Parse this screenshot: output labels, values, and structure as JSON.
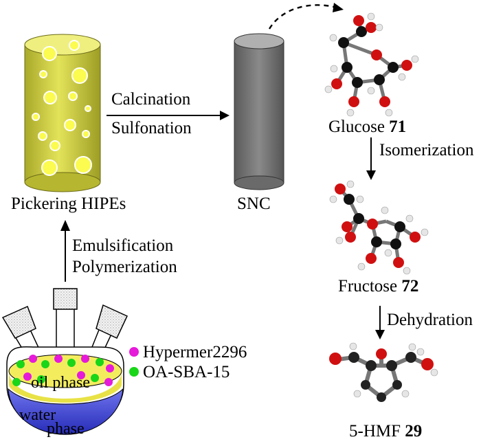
{
  "steps": {
    "calcination": "Calcination",
    "sulfonation": "Sulfonation",
    "isomerization": "Isomerization",
    "dehydration": "Dehydration",
    "emulsification": "Emulsification",
    "polymerization": "Polymerization"
  },
  "materials": {
    "pickering": "Pickering HIPEs",
    "snc": "SNC"
  },
  "compounds": {
    "glucose": {
      "name": "Glucose",
      "number": "71"
    },
    "fructose": {
      "name": "Fructose",
      "number": "72"
    },
    "hmf": {
      "name": "5-HMF",
      "number": "29"
    }
  },
  "legend": {
    "hypermer": "Hypermer2296",
    "oasba": "OA-SBA-15"
  },
  "flask": {
    "oil": "oil phase",
    "water_line1": "water",
    "water_line2": "phase"
  },
  "colors": {
    "hypermer": "#e61ad9",
    "oasba": "#19d619",
    "oil": "#f0ec5a",
    "water": "#3e44d6",
    "column": "#d2d23b",
    "snc": "#6e6e6e"
  }
}
